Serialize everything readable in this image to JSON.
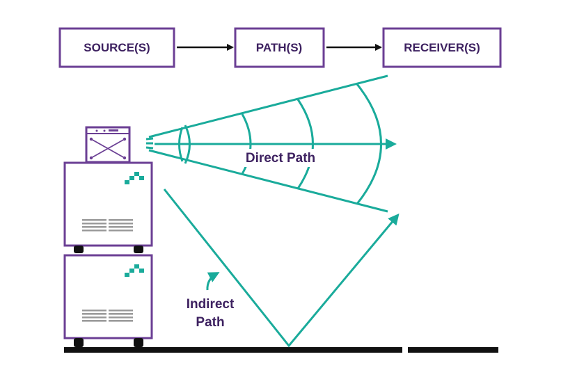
{
  "flow": {
    "source_label": "SOURCE(S)",
    "path_label": "PATH(S)",
    "receiver_label": "RECEIVER(S)"
  },
  "labels": {
    "direct_path": "Direct Path",
    "indirect_path_line1": "Indirect",
    "indirect_path_line2": "Path"
  },
  "colors": {
    "purple": "#6b3f94",
    "teal": "#1aab9b",
    "dark_text": "#3d2160",
    "black": "#111111",
    "vent_gray": "#9a9a9a"
  }
}
